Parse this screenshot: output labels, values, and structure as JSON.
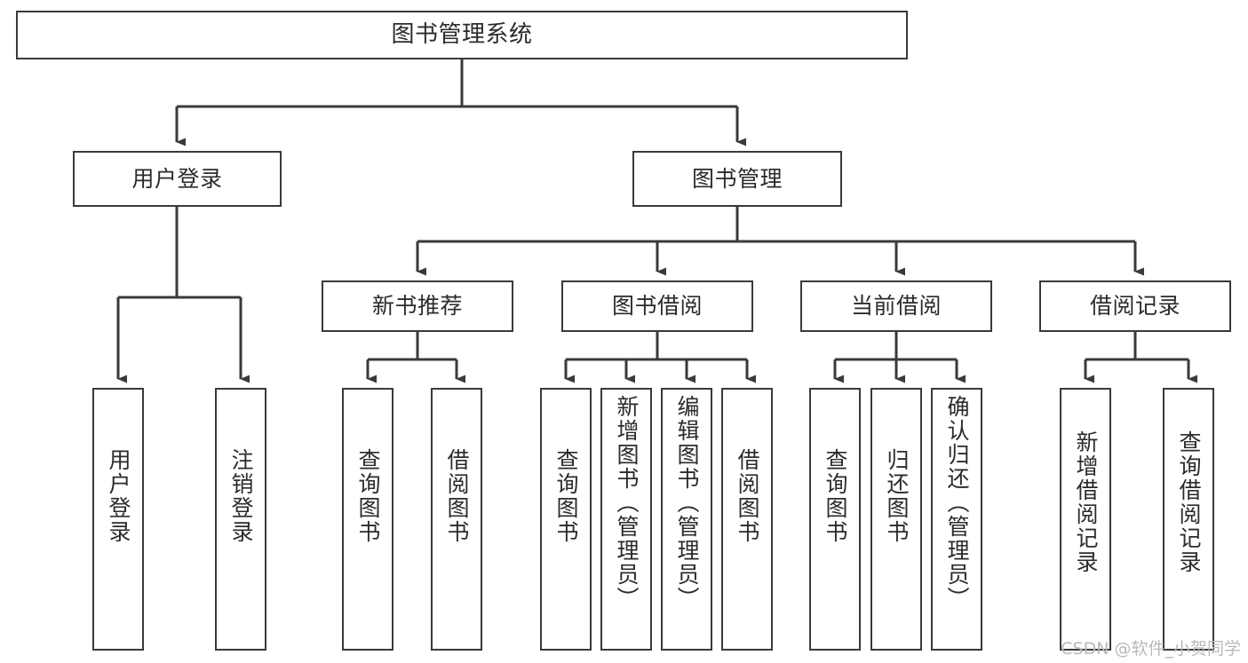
{
  "diagram": {
    "type": "tree-hierarchy-chart",
    "title": "图书管理系统",
    "watermark": "CSDN @软件_小贺同学",
    "colors": {
      "node_border": "#3a3a3a",
      "node_fill": "#ffffff",
      "edge": "#3a3a3a",
      "text": "#2b2b2b",
      "watermark": "#b9b9b9",
      "background": "#ffffff"
    },
    "levels": [
      {
        "level": 1,
        "nodes": [
          {
            "id": "root",
            "label": "图书管理系统",
            "orientation": "horizontal"
          }
        ]
      },
      {
        "level": 2,
        "nodes": [
          {
            "id": "login",
            "label": "用户登录",
            "orientation": "horizontal",
            "parent": "root"
          },
          {
            "id": "bookmgmt",
            "label": "图书管理",
            "orientation": "horizontal",
            "parent": "root"
          }
        ]
      },
      {
        "level": 3,
        "nodes": [
          {
            "id": "newbook",
            "label": "新书推荐",
            "orientation": "horizontal",
            "parent": "bookmgmt"
          },
          {
            "id": "borrow",
            "label": "图书借阅",
            "orientation": "horizontal",
            "parent": "bookmgmt"
          },
          {
            "id": "current",
            "label": "当前借阅",
            "orientation": "horizontal",
            "parent": "bookmgmt"
          },
          {
            "id": "records",
            "label": "借阅记录",
            "orientation": "horizontal",
            "parent": "bookmgmt"
          }
        ]
      },
      {
        "level": 4,
        "nodes": [
          {
            "id": "leaf1",
            "label": "用户登录",
            "orientation": "vertical",
            "parent": "login"
          },
          {
            "id": "leaf2",
            "label": "注销登录",
            "orientation": "vertical",
            "parent": "login"
          },
          {
            "id": "leaf3",
            "label": "查询图书",
            "orientation": "vertical",
            "parent": "newbook"
          },
          {
            "id": "leaf4",
            "label": "借阅图书",
            "orientation": "vertical",
            "parent": "newbook"
          },
          {
            "id": "leaf5",
            "label": "查询图书",
            "orientation": "vertical",
            "parent": "borrow"
          },
          {
            "id": "leaf6",
            "label": "新增图书（管理员）",
            "orientation": "vertical",
            "parent": "borrow"
          },
          {
            "id": "leaf7",
            "label": "编辑图书（管理员）",
            "orientation": "vertical",
            "parent": "borrow"
          },
          {
            "id": "leaf8",
            "label": "借阅图书",
            "orientation": "vertical",
            "parent": "borrow"
          },
          {
            "id": "leaf9",
            "label": "查询图书",
            "orientation": "vertical",
            "parent": "current"
          },
          {
            "id": "leaf10",
            "label": "归还图书",
            "orientation": "vertical",
            "parent": "current"
          },
          {
            "id": "leaf11",
            "label": "确认归还（管理员）",
            "orientation": "vertical",
            "parent": "current"
          },
          {
            "id": "leaf12",
            "label": "新增借阅记录",
            "orientation": "vertical",
            "parent": "records"
          },
          {
            "id": "leaf13",
            "label": "查询借阅记录",
            "orientation": "vertical",
            "parent": "records"
          }
        ]
      }
    ]
  }
}
